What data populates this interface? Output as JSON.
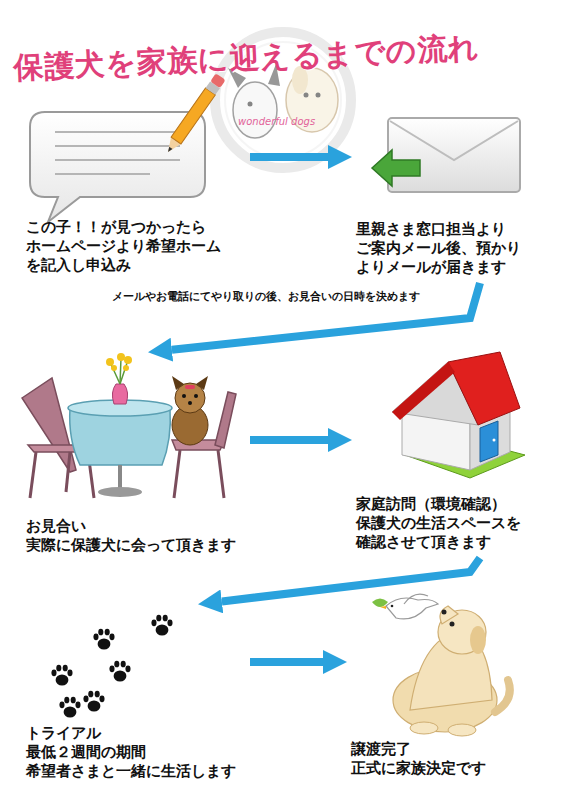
{
  "diagram": {
    "title": "保護犬を家族に迎えるまでの流れ",
    "nodes": [
      {
        "text": [
          "この子！！が見つかったら ホームページより希望ホーム を記入し申込み"
        ]
      },
      {
        "text": [
          "里親さま窓口担当より ご案内メール後、預かり よりメールが届きます"
        ]
      },
      {
        "text": [
          "お見合い 実際に保護犬に会って頂きます"
        ]
      },
      {
        "text": [
          "家庭訪問（環境確認） 保護犬の生活スペースを 確認させて頂きます"
        ]
      },
      {
        "text": [
          "トライアル 最低２週間の期間 希望者さまと一緒に生活します"
        ]
      },
      {
        "text": [
          "譲渡完了 正式に家族決定です"
        ]
      }
    ],
    "edges": [
      {
        "from": 0,
        "to": 1,
        "arrow": "to"
      },
      {
        "from": 1,
        "to": 2,
        "label": "メールやお電話にてやり取りの後、お見合いの日時を決めます",
        "arrow": "to"
      },
      {
        "from": 2,
        "to": 3,
        "arrow": "to"
      },
      {
        "from": 3,
        "to": 4,
        "arrow": "to"
      },
      {
        "from": 4,
        "to": 5,
        "arrow": "to"
      }
    ],
    "labels": [
      "wonderful dogs"
    ]
  }
}
